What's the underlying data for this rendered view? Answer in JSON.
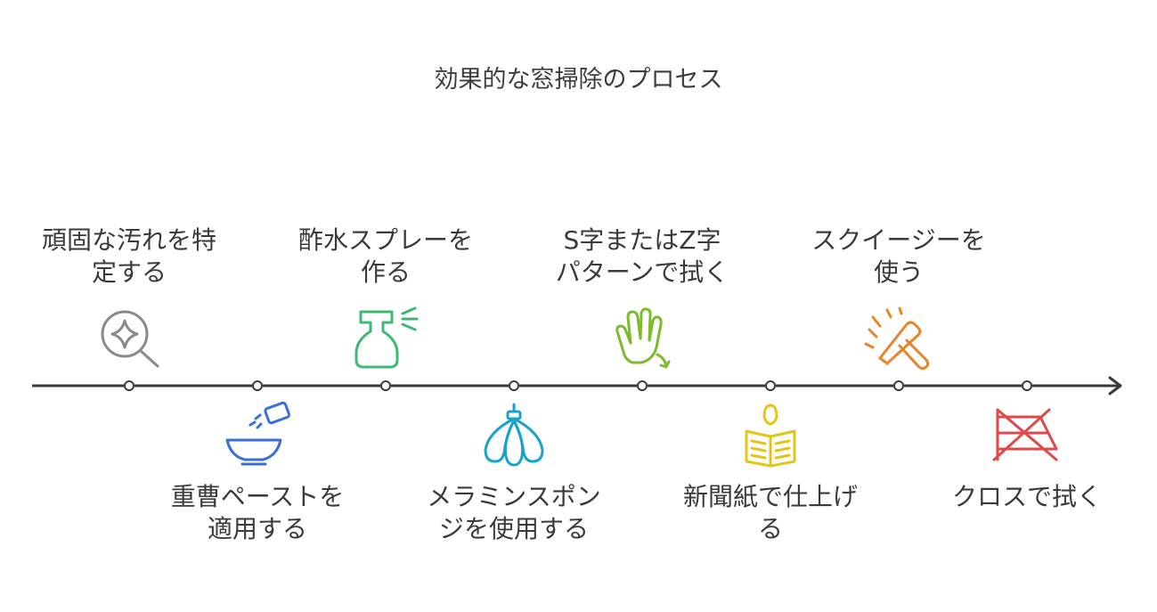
{
  "title": "効果的な窓掃除のプロセス",
  "steps": [
    {
      "line1": "頑固な汚れを特",
      "line2": "定する",
      "icon": "magnifier-sparkle-icon",
      "color": "#8a8a8a",
      "position": "above"
    },
    {
      "line1": "重曹ペーストを",
      "line2": "適用する",
      "icon": "bowl-powder-icon",
      "color": "#3b6fd8",
      "position": "below"
    },
    {
      "line1": "酢水スプレーを",
      "line2": "作る",
      "icon": "spray-bottle-icon",
      "color": "#3fb873",
      "position": "above"
    },
    {
      "line1": "メラミンスポン",
      "line2": "ジを使用する",
      "icon": "sponge-icon",
      "color": "#1aa3c9",
      "position": "below"
    },
    {
      "line1": "S字またはZ字",
      "line2": "パターンで拭く",
      "icon": "hand-wipe-icon",
      "color": "#7cbb2b",
      "position": "above"
    },
    {
      "line1": "新聞紙で仕上げ",
      "line2": "る",
      "icon": "newspaper-icon",
      "color": "#e3c51a",
      "position": "below"
    },
    {
      "line1": "スクイージーを",
      "line2": "使う",
      "icon": "squeegee-icon",
      "color": "#e8842a",
      "position": "above"
    },
    {
      "line1": "クロスで拭く",
      "line2": "",
      "icon": "cloth-crossed-icon",
      "color": "#e0484a",
      "position": "below"
    }
  ],
  "colors": {
    "axis": "#3a3a3a",
    "node_fill": "#ffffff"
  }
}
